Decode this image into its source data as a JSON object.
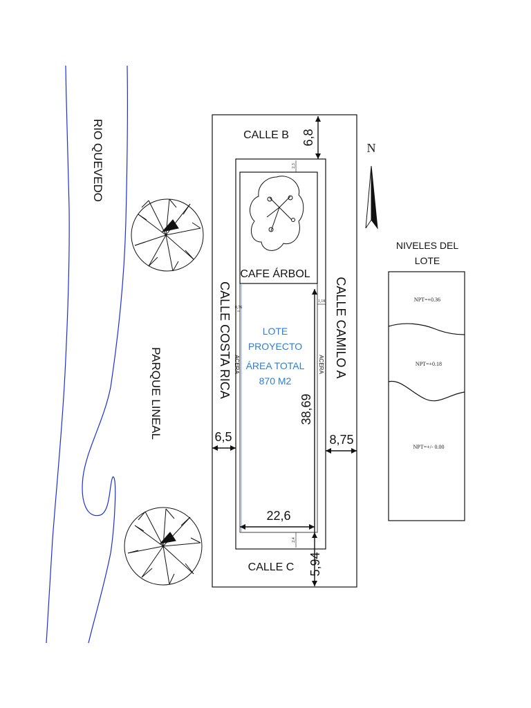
{
  "labels": {
    "river": "RIO QUEVEDO",
    "park": "PARQUE LINEAL",
    "street_top": "CALLE B",
    "street_bottom": "CALLE C",
    "street_left": "CALLE COSTA RICA",
    "street_right": "CALLE CAMILO A",
    "cafe": "CAFE ÁRBOL",
    "sidewalk_left": "ACERA",
    "sidewalk_right": "ACERA",
    "north": "N"
  },
  "lot": {
    "line1": "LOTE",
    "line2": "PROYECTO",
    "line3": "ÁREA TOTAL",
    "line4": "870 M2"
  },
  "dimensions": {
    "top": "6,8",
    "left": "6,5",
    "right": "8,75",
    "height": "38,69",
    "width": "22,6",
    "bottom": "5,94",
    "small_top": "2,3",
    "small_left": "0,76",
    "small_right": "1,18",
    "small_bottom": "2,4"
  },
  "levels": {
    "title_line1": "NIVELES DEL",
    "title_line2": "LOTE",
    "items": [
      "NPT=+0.36",
      "NPT=+0.18",
      "NPT=+/- 0.00"
    ]
  },
  "colors": {
    "river": "#1a2fd6",
    "lot_text": "#2b7fd6",
    "ink": "#111111"
  }
}
